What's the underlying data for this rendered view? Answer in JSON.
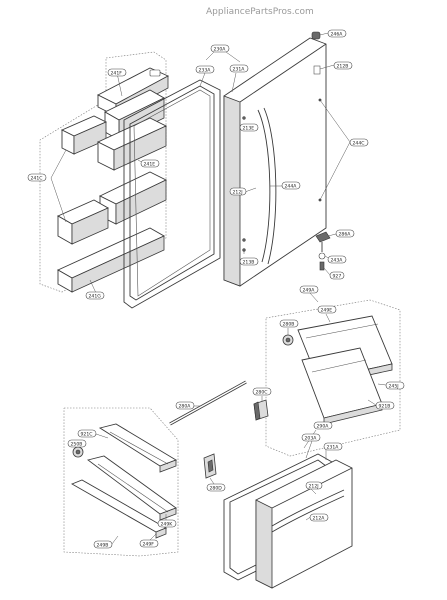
{
  "watermark": "AppliancePartsPros.com",
  "callouts": {
    "c246A": "246A",
    "c212B": "212B",
    "c230A": "230A",
    "c231A": "231A",
    "c233A": "233A",
    "c241F": "241F",
    "c241E": "241E",
    "c241C": "241C",
    "c241G": "241G",
    "c213E": "213E",
    "c212J": "212J",
    "c244A": "244A",
    "c244C": "244C",
    "c213B": "213B",
    "c286A": "286A",
    "c243A": "243A",
    "c927": "927",
    "c249A": "249A",
    "c249E": "249E",
    "c280B": "280B",
    "c245J": "245J",
    "c921B": "921B",
    "c280A": "280A",
    "c280C": "280C",
    "c921C": "921C",
    "c250B": "250B",
    "c249K": "249K",
    "c249B": "249B",
    "c249F": "249F",
    "c280D": "280D",
    "c290A": "290A",
    "c203A": "203A",
    "c231A2": "231A",
    "c212J2": "212J",
    "c212A": "212A"
  }
}
